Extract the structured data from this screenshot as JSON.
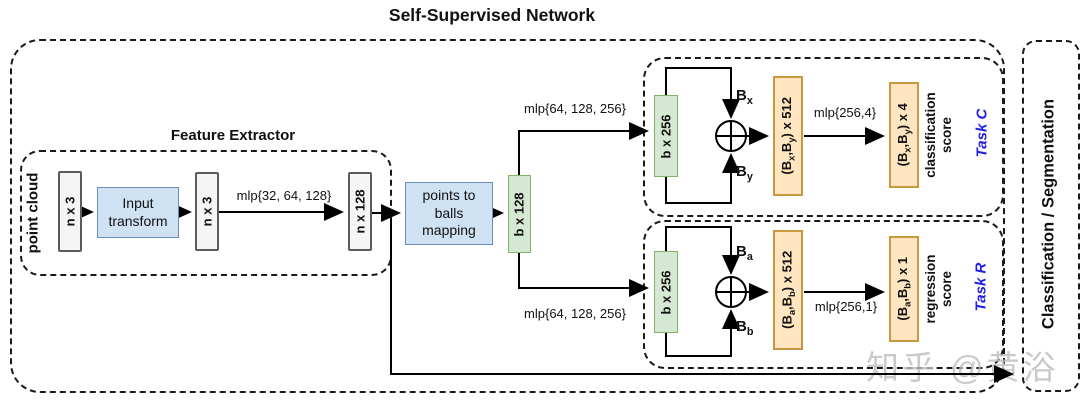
{
  "title": "Self-Supervised Network",
  "watermark": "知乎 @黄浴",
  "colors": {
    "gray_fill": "#f5f5f5",
    "gray_border": "#5b5b5b",
    "blue_fill": "#cfe2f3",
    "blue_border": "#6c8ebf",
    "green_fill": "#d5e8d4",
    "green_border": "#82b366",
    "orange_fill": "#ffe6c0",
    "orange_border": "#c8973f",
    "task_label_blue": "#2020e0",
    "line_black": "#000000"
  },
  "feature_extractor": {
    "label": "Feature Extractor",
    "point_cloud_label": "point cloud",
    "input_box": "n x 3",
    "transform_box_line1": "Input",
    "transform_box_line2": "transform",
    "transformed_box": "n x 3",
    "mlp_label": "mlp{32, 64, 128}",
    "output_box": "n x 128"
  },
  "mapping": {
    "box_line1": "points to",
    "box_line2": "balls",
    "box_line3": "mapping",
    "output_box": "b x 128",
    "mlp_top_label": "mlp{64, 128, 256}",
    "mlp_bottom_label": "mlp{64, 128, 256}"
  },
  "task_c": {
    "input_box": "b x 256",
    "branch_top": {
      "base": "B",
      "sub": "x"
    },
    "branch_bottom": {
      "base": "B",
      "sub": "y"
    },
    "concat_box": {
      "p1": "(B",
      "s1": "x",
      "p2": ",B",
      "s2": "y",
      "p3": ") x 512"
    },
    "mlp_label": "mlp{256,4}",
    "output_box": {
      "p1": "(B",
      "s1": "x",
      "p2": ",B",
      "s2": "y",
      "p3": ") x 4"
    },
    "score_line1": "classification",
    "score_line2": "score",
    "task_label": "Task C"
  },
  "task_r": {
    "input_box": "b x 256",
    "branch_top": {
      "base": "B",
      "sub": "a"
    },
    "branch_bottom": {
      "base": "B",
      "sub": "b"
    },
    "concat_box": {
      "p1": "(B",
      "s1": "a",
      "p2": ",B",
      "s2": "b",
      "p3": ") x 512"
    },
    "mlp_label": "mlp{256,1}",
    "output_box": {
      "p1": "(B",
      "s1": "a",
      "p2": ",B",
      "s2": "b",
      "p3": ") x 1"
    },
    "score_line1": "regression",
    "score_line2": "score",
    "task_label": "Task R"
  },
  "output_stage": {
    "label": "Classification / Segmentation"
  }
}
